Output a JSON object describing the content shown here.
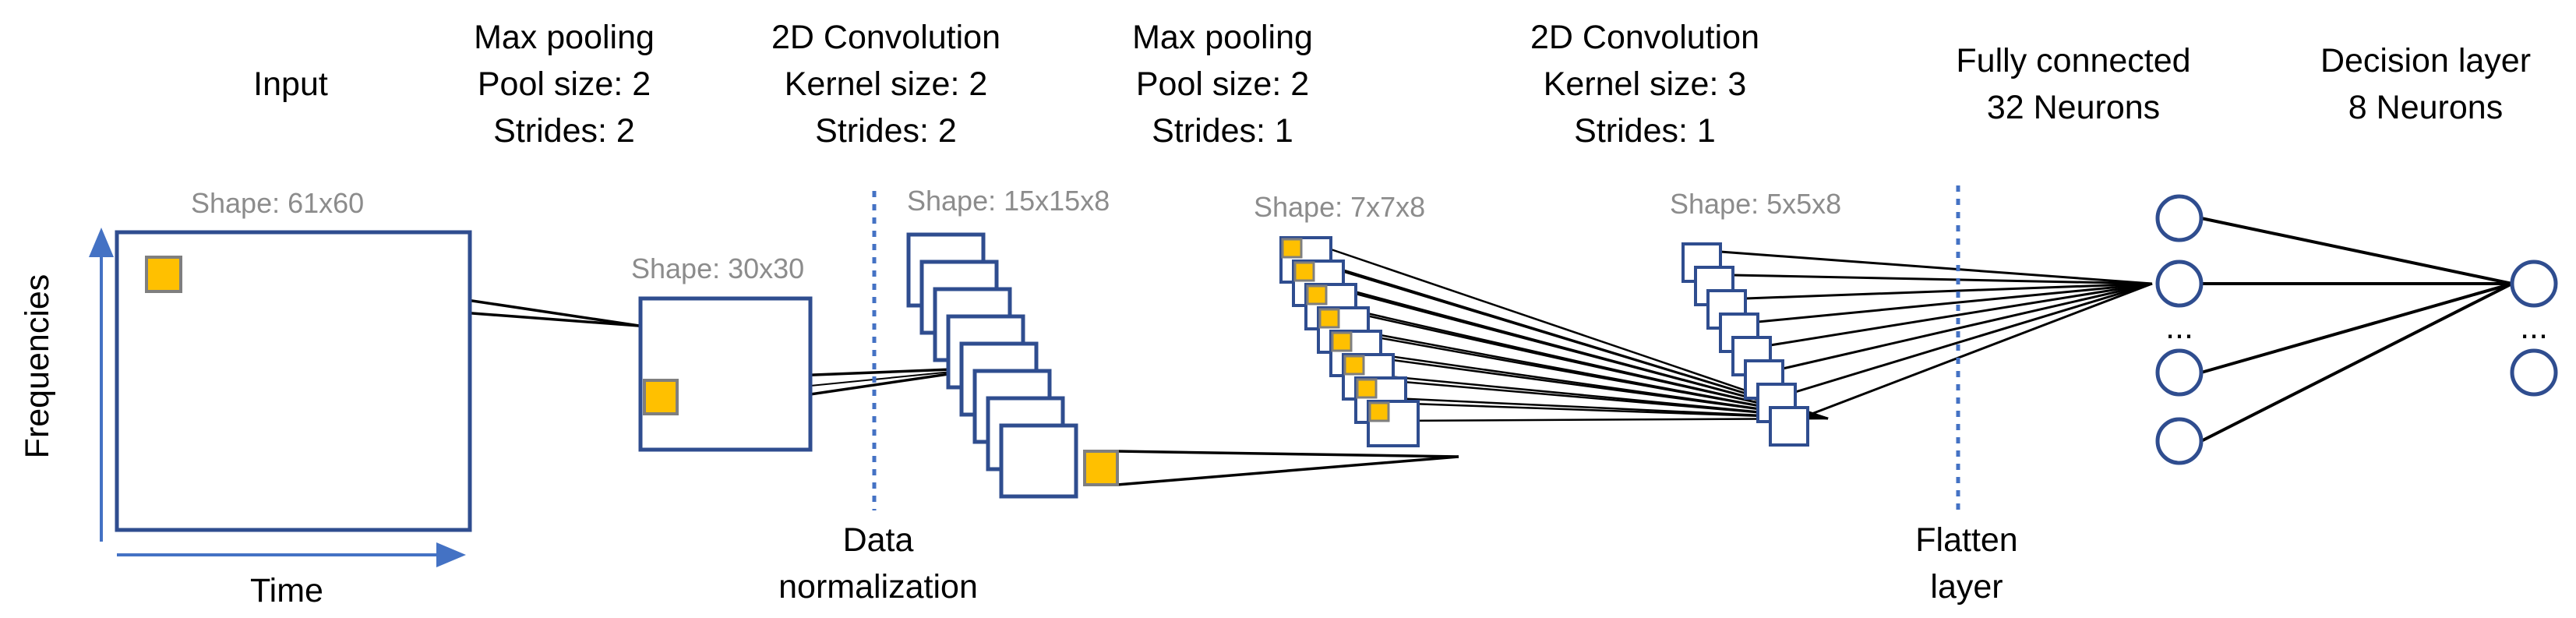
{
  "layers": {
    "input": "Input",
    "maxpool1": [
      "Max pooling",
      "Pool size: 2",
      "Strides: 2"
    ],
    "conv1": [
      "2D Convolution",
      "Kernel size: 2",
      "Strides: 2"
    ],
    "maxpool2": [
      "Max pooling",
      "Pool size: 2",
      "Strides: 1"
    ],
    "conv2": [
      "2D Convolution",
      "Kernel size: 3",
      "Strides: 1"
    ],
    "dense": [
      "Fully connected",
      "32  Neurons"
    ],
    "decision": [
      "Decision layer",
      "8  Neurons"
    ]
  },
  "shapes": {
    "input": "Shape: 61x60",
    "pool1": "Shape: 30x30",
    "conv1": "Shape: 15x15x8",
    "pool2": "Shape: 7x7x8",
    "conv2": "Shape: 5x5x8"
  },
  "axes": {
    "y": "Frequencies",
    "x": "Time"
  },
  "annotations": {
    "normalization": [
      "Data",
      "normalization"
    ],
    "flatten": [
      "Flatten",
      "layer"
    ]
  },
  "ellipsis": {
    "dense": "...",
    "decision": "..."
  },
  "colors": {
    "frame": "#2f4d8f",
    "accent": "#4472c4",
    "kernel": "#ffc000",
    "kernel_border": "#7f7f7f",
    "shape_text": "#8c8c8c"
  }
}
